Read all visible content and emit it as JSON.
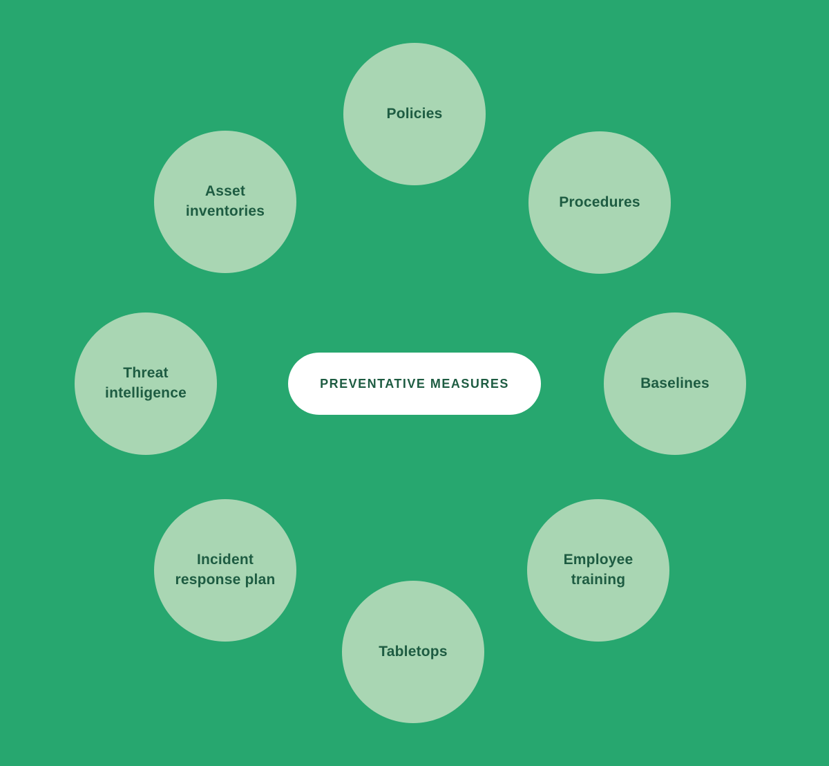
{
  "colors": {
    "background": "#27A76F",
    "circle_fill": "#A9D6B3",
    "label_text": "#1E5C42",
    "pill_background": "#FFFFFF",
    "pill_text": "#1E5C42"
  },
  "center": {
    "label": "PREVENTATIVE MEASURES"
  },
  "circles": [
    {
      "id": "policies",
      "label": "Policies"
    },
    {
      "id": "procedures",
      "label": "Procedures"
    },
    {
      "id": "baselines",
      "label": "Baselines"
    },
    {
      "id": "employee-training",
      "label": "Employee\ntraining"
    },
    {
      "id": "tabletops",
      "label": "Tabletops"
    },
    {
      "id": "incident-response-plan",
      "label": "Incident\nresponse plan"
    },
    {
      "id": "threat-intelligence",
      "label": "Threat\nintelligence"
    },
    {
      "id": "asset-inventories",
      "label": "Asset\ninventories"
    }
  ]
}
